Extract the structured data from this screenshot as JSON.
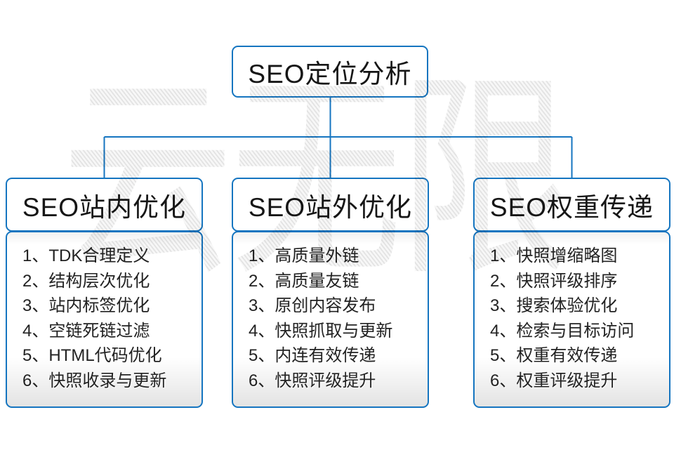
{
  "diagram": {
    "title": "SEO定位分析",
    "watermark_text": "云无限",
    "colors": {
      "border_blue": "#1575c0",
      "text_dark": "#1c1c1c",
      "watermark_gray": "#e9e9e9",
      "panel_fade_gray": "#e3e3e3"
    },
    "root": {
      "label": "SEO定位分析"
    },
    "columns": [
      {
        "title": "SEO站内优化",
        "items": [
          "1、TDK合理定义",
          "2、结构层次优化",
          "3、站内标签优化",
          "4、空链死链过滤",
          "5、HTML代码优化",
          "6、快照收录与更新"
        ]
      },
      {
        "title": "SEO站外优化",
        "items": [
          "1、高质量外链",
          "2、高质量友链",
          "3、原创内容发布",
          "4、快照抓取与更新",
          "5、内连有效传递",
          "6、快照评级提升"
        ]
      },
      {
        "title": "SEO权重传递",
        "items": [
          "1、快照增缩略图",
          "2、快照评级排序",
          "3、搜索体验优化",
          "4、检索与目标访问",
          "5、权重有效传递",
          "6、权重评级提升"
        ]
      }
    ]
  }
}
